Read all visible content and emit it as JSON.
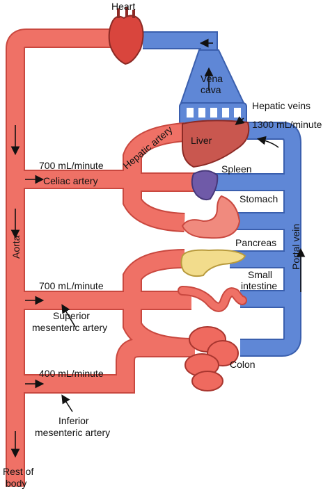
{
  "labels": {
    "heart": "Heart",
    "vena_cava_1": "Vena",
    "vena_cava_2": "cava",
    "hepatic_veins": "Hepatic veins",
    "liver_flow": "1300 mL/minute",
    "liver": "Liver",
    "hepatic_artery": "Hepatic artery",
    "celiac_flow": "700 mL/minute",
    "celiac_artery": "Celiac artery",
    "spleen": "Spleen",
    "stomach": "Stomach",
    "pancreas": "Pancreas",
    "portal_vein": "Portal vein",
    "aorta": "Aorta",
    "sma_flow": "700 mL/minute",
    "small_intestine_1": "Small",
    "small_intestine_2": "intestine",
    "sma_1": "Superior",
    "sma_2": "mesenteric artery",
    "colon": "Colon",
    "ima_flow": "400 mL/minute",
    "ima_1": "Inferior",
    "ima_2": "mesenteric artery",
    "rest_1": "Rest of",
    "rest_2": "body"
  },
  "colors": {
    "artery": "#ef7166",
    "artery_edge": "#c9483f",
    "vein": "#5f87d6",
    "vein_edge": "#3a5fae",
    "liver": "#c9574f",
    "spleen": "#6f5aa8",
    "pancreas": "#f2dc8c"
  }
}
